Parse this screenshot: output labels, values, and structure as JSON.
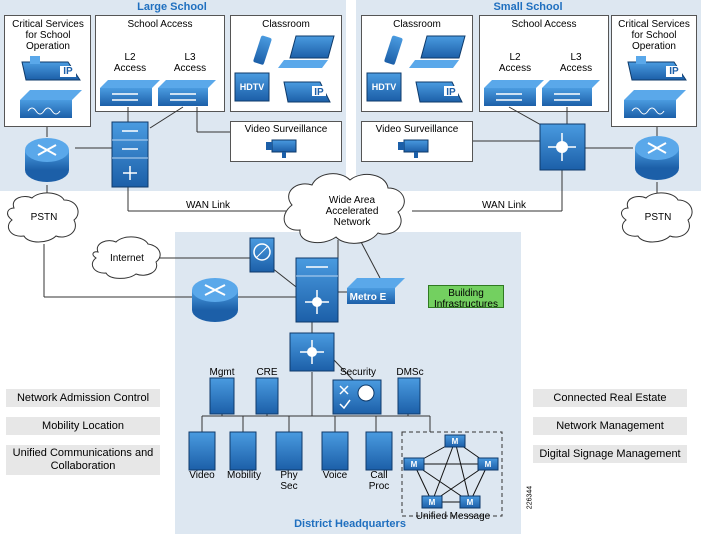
{
  "large_school": {
    "title": "Large School",
    "critical_services": "Critical Services for School Operation",
    "school_access": "School Access",
    "l2_access": "L2 Access",
    "l3_access": "L3 Access",
    "classroom": "Classroom",
    "video_surveillance": "Video Surveillance",
    "hdtv": "HDTV",
    "ip": "IP"
  },
  "small_school": {
    "title": "Small School",
    "classroom": "Classroom",
    "school_access": "School Access",
    "critical_services": "Critical Services for School Operation",
    "l2_access": "L2 Access",
    "l3_access": "L3 Access",
    "video_surveillance": "Video Surveillance",
    "hdtv": "HDTV",
    "ip": "IP"
  },
  "wan": {
    "cloud": "Wide Area Accelerated Network",
    "link_left": "WAN Link",
    "link_right": "WAN Link"
  },
  "pstn_left": "PSTN",
  "pstn_right": "PSTN",
  "internet": "Internet",
  "hq": {
    "title": "District Headquarters",
    "metro_e": "Metro E",
    "building_infra": "Building Infrastructures",
    "mgmt": "Mgmt",
    "cre": "CRE",
    "security": "Security",
    "dmsc": "DMSc",
    "servers": [
      "Video",
      "Mobility",
      "Phy Sec",
      "Voice",
      "Call Proc"
    ],
    "unified_message": "Unified Message",
    "m_label": "M"
  },
  "left_labels": [
    "Network Admission Control",
    "Mobility Location",
    "Unified Communications and Collaboration"
  ],
  "right_labels": [
    "Connected Real Estate",
    "Network Management",
    "Digital Signage Management"
  ],
  "figure_id": "226344",
  "colors": {
    "region": "#dde7f1",
    "device": "#1f6fbf",
    "title": "#1f6fbf",
    "green": "#73d060"
  }
}
